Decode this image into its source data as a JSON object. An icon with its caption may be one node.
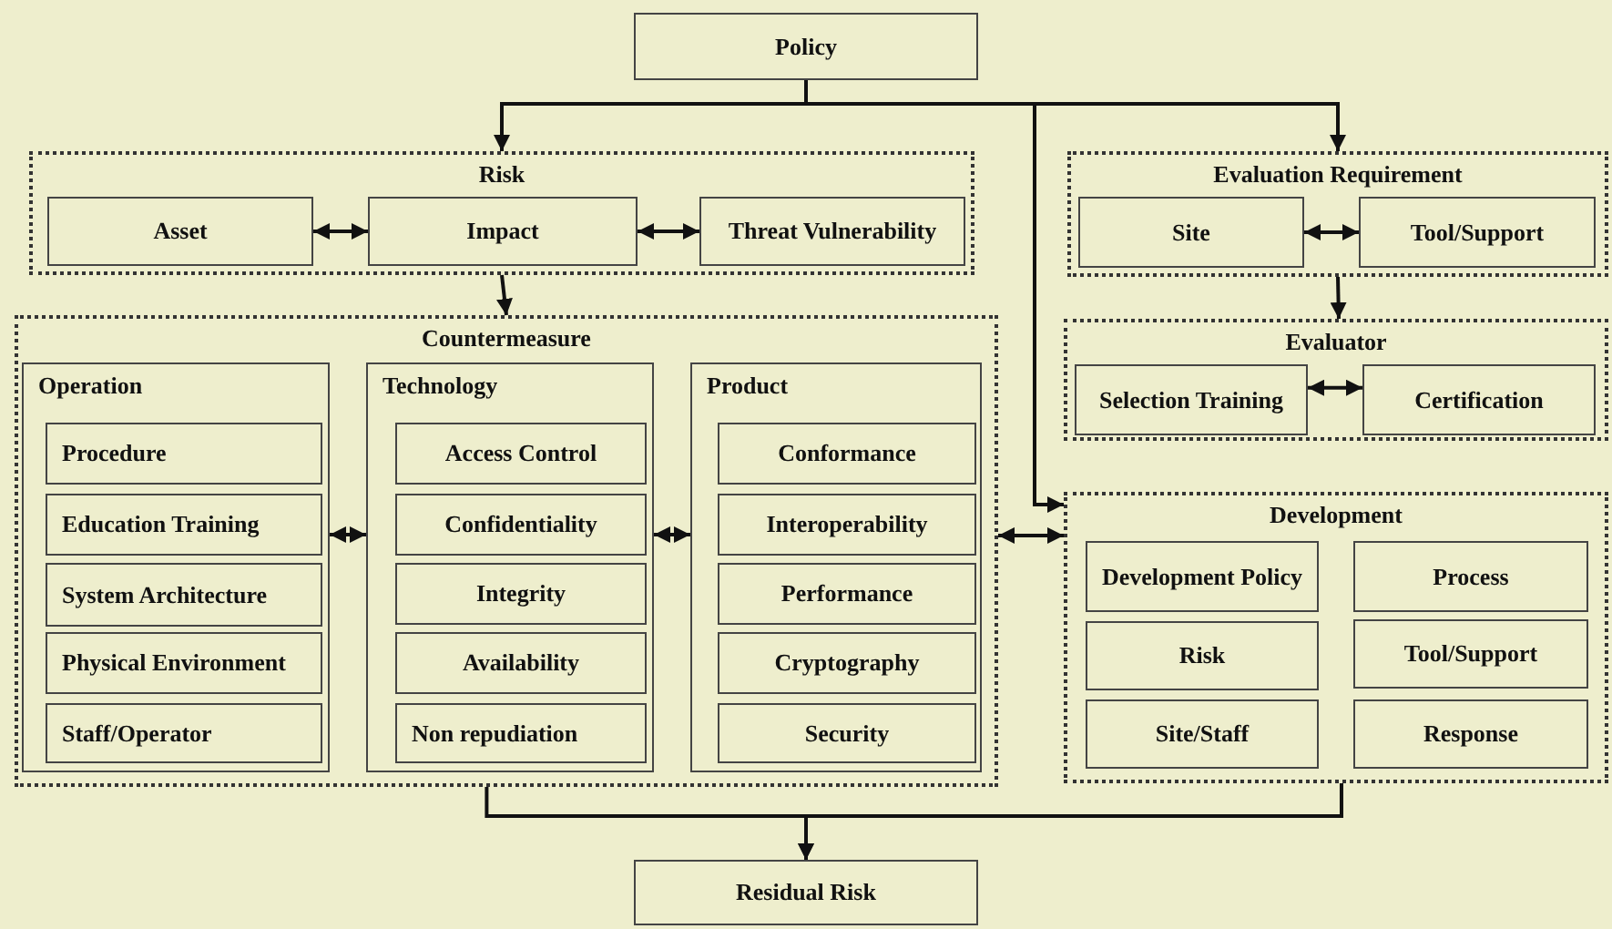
{
  "diagram": {
    "nodes": [
      {
        "text": [
          "Policy"
        ]
      },
      {
        "text": [
          "Risk"
        ]
      },
      {
        "text": [
          "Asset"
        ],
        "in": 1
      },
      {
        "text": [
          "Impact"
        ],
        "in": 1
      },
      {
        "text": [
          "Threat Vulnerability"
        ],
        "in": 1
      },
      {
        "text": [
          "Evaluation Requirement"
        ]
      },
      {
        "text": [
          "Site"
        ],
        "in": 5
      },
      {
        "text": [
          "Tool/Support"
        ],
        "in": 5
      },
      {
        "text": [
          "Countermeasure"
        ]
      },
      {
        "text": [
          "Operation"
        ],
        "in": 8
      },
      {
        "text": [
          "Procedure"
        ],
        "in": 9
      },
      {
        "text": [
          "Education Training"
        ],
        "in": 9
      },
      {
        "text": [
          "System Architecture"
        ],
        "in": 9
      },
      {
        "text": [
          "Physical Environment"
        ],
        "in": 9
      },
      {
        "text": [
          "Staff/Operator"
        ],
        "in": 9
      },
      {
        "text": [
          "Technology"
        ],
        "in": 8
      },
      {
        "text": [
          "Access Control"
        ],
        "in": 15
      },
      {
        "text": [
          "Confidentiality"
        ],
        "in": 15
      },
      {
        "text": [
          "Integrity"
        ],
        "in": 15
      },
      {
        "text": [
          "Availability"
        ],
        "in": 15
      },
      {
        "text": [
          "Non repudiation"
        ],
        "in": 15
      },
      {
        "text": [
          "Product"
        ],
        "in": 8
      },
      {
        "text": [
          "Conformance"
        ],
        "in": 21
      },
      {
        "text": [
          "Interoperability"
        ],
        "in": 21
      },
      {
        "text": [
          "Performance"
        ],
        "in": 21
      },
      {
        "text": [
          "Cryptography"
        ],
        "in": 21
      },
      {
        "text": [
          "Security"
        ],
        "in": 21
      },
      {
        "text": [
          "Evaluator"
        ]
      },
      {
        "text": [
          "Selection Training"
        ],
        "in": 27
      },
      {
        "text": [
          "Certification"
        ],
        "in": 27
      },
      {
        "text": [
          "Development"
        ]
      },
      {
        "text": [
          "Development Policy"
        ],
        "in": 30
      },
      {
        "text": [
          "Process"
        ],
        "in": 30
      },
      {
        "text": [
          "Risk"
        ],
        "in": 30
      },
      {
        "text": [
          "Tool/Support"
        ],
        "in": 30
      },
      {
        "text": [
          "Site/Staff"
        ],
        "in": 30
      },
      {
        "text": [
          "Response"
        ],
        "in": 30
      },
      {
        "text": [
          "Residual Risk"
        ]
      }
    ],
    "edges": [
      {
        "from": 0,
        "to": 1,
        "arrow": "to"
      },
      {
        "from": 0,
        "to": 5,
        "arrow": "to"
      },
      {
        "from": 0,
        "to": 30,
        "arrow": "to"
      },
      {
        "from": 2,
        "to": 3,
        "arrow": "both"
      },
      {
        "from": 3,
        "to": 4,
        "arrow": "both"
      },
      {
        "from": 1,
        "to": 8,
        "arrow": "to"
      },
      {
        "from": 6,
        "to": 7,
        "arrow": "both"
      },
      {
        "from": 5,
        "to": 27,
        "arrow": "to"
      },
      {
        "from": 9,
        "to": 15,
        "arrow": "both"
      },
      {
        "from": 15,
        "to": 21,
        "arrow": "both"
      },
      {
        "from": 28,
        "to": 29,
        "arrow": "both"
      },
      {
        "from": 8,
        "to": 30,
        "arrow": "both"
      },
      {
        "from": 8,
        "to": 37,
        "arrow": "to"
      },
      {
        "from": 30,
        "to": 37,
        "arrow": "to"
      }
    ]
  }
}
